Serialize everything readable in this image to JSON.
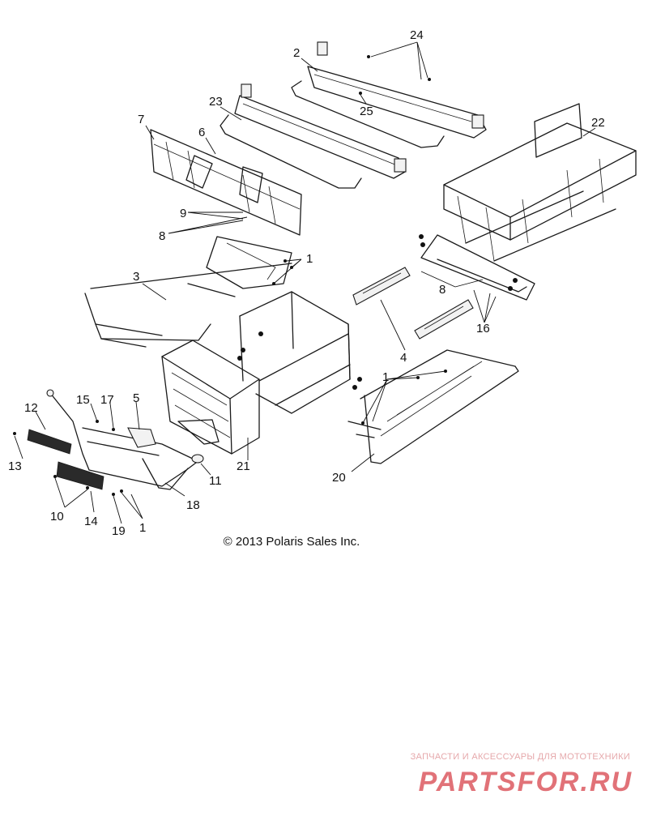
{
  "diagram": {
    "copyright": "© 2013 Polaris Sales Inc.",
    "callouts": [
      "1",
      "2",
      "3",
      "4",
      "5",
      "6",
      "7",
      "8",
      "9",
      "10",
      "11",
      "12",
      "13",
      "14",
      "15",
      "16",
      "17",
      "18",
      "19",
      "20",
      "21",
      "22",
      "23",
      "24",
      "25"
    ]
  },
  "watermark": {
    "tagline": "ЗАПЧАСТИ И АКСЕССУАРЫ ДЛЯ МОТОТЕХНИКИ",
    "logo": "PARTSFOR.RU",
    "color": "#d8434b"
  }
}
